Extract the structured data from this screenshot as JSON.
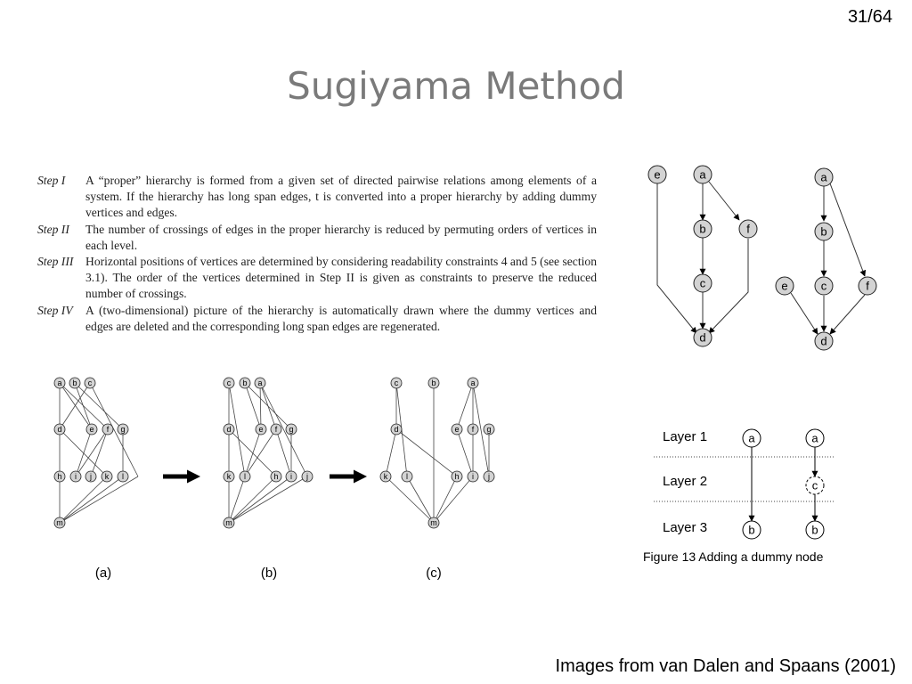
{
  "page_number": "31/64",
  "title": "Sugiyama Method",
  "steps": [
    {
      "label": "Step I",
      "text": "A “proper” hierarchy is formed from a given set of directed pairwise relations among elements of a system. If the hierarchy has long span edges, t is converted into a proper hierarchy by adding dummy vertices and edges."
    },
    {
      "label": "Step II",
      "text": "The number of crossings of edges in the proper hierarchy is reduced by permuting orders of vertices in each level."
    },
    {
      "label": "Step III",
      "text": "Horizontal positions of vertices are determined by considering readability constraints 4 and 5 (see section 3.1). The order of the vertices determined in Step II is given as constraints to preserve the reduced number of crossings."
    },
    {
      "label": "Step IV",
      "text": "A (two-dimensional) picture of the hierarchy is automatically drawn where the dummy vertices and edges are deleted and the corresponding long span edges are regenerated."
    }
  ],
  "nodes": {
    "a": "a",
    "b": "b",
    "c": "c",
    "d": "d",
    "e": "e",
    "f": "f",
    "g": "g",
    "h": "h",
    "i": "i",
    "j": "j",
    "k": "k",
    "l": "l",
    "m": "m"
  },
  "subfig_labels": {
    "a": "(a)",
    "b": "(b)",
    "c": "(c)"
  },
  "layers": {
    "l1": "Layer 1",
    "l2": "Layer 2",
    "l3": "Layer 3"
  },
  "figure13_caption": "Figure 13 Adding a dummy node",
  "image_credit": "Images from van Dalen and Spaans (2001)"
}
